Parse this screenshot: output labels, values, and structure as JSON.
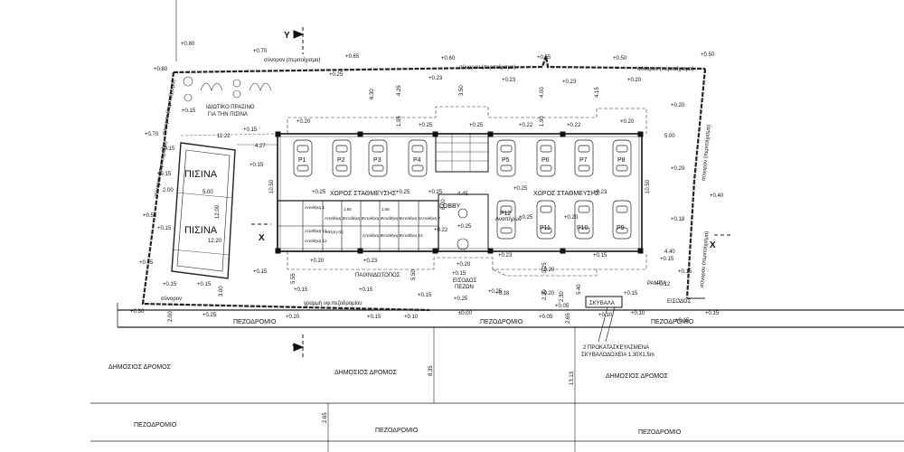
{
  "axes": {
    "y_top": "Y",
    "y_bottom": "Y",
    "x_left": "X",
    "x_right": "X"
  },
  "levels": [
    {
      "id": "l01",
      "text": "+0.80"
    },
    {
      "id": "l02",
      "text": "+0.70"
    },
    {
      "id": "l03",
      "text": "+0.65"
    },
    {
      "id": "l04",
      "text": "+0.60"
    },
    {
      "id": "l05",
      "text": "+0.55"
    },
    {
      "id": "l06",
      "text": "+0.50"
    },
    {
      "id": "l07",
      "text": "+0.50"
    },
    {
      "id": "l08",
      "text": "+0.80"
    },
    {
      "id": "l09",
      "text": "+0.25"
    },
    {
      "id": "l10",
      "text": "+0.23"
    },
    {
      "id": "l11",
      "text": "+0.23"
    },
    {
      "id": "l12",
      "text": "+0.23"
    },
    {
      "id": "l13",
      "text": "+0.20"
    },
    {
      "id": "l14",
      "text": "+0.20"
    },
    {
      "id": "l15",
      "text": "+0.20"
    },
    {
      "id": "l16",
      "text": "+0.25"
    },
    {
      "id": "l17",
      "text": "+0.25"
    },
    {
      "id": "l18",
      "text": "+0.22"
    },
    {
      "id": "l19",
      "text": "+0.22"
    },
    {
      "id": "l20",
      "text": "+0.20"
    },
    {
      "id": "l21",
      "text": "+0.15"
    },
    {
      "id": "l22",
      "text": "+0.15"
    },
    {
      "id": "l23",
      "text": "+0.15"
    },
    {
      "id": "l24",
      "text": "+0.70"
    },
    {
      "id": "l25",
      "text": "+0.15"
    },
    {
      "id": "l26",
      "text": "+0.15"
    },
    {
      "id": "l27",
      "text": "+0.25"
    },
    {
      "id": "l28",
      "text": "+0.25"
    },
    {
      "id": "l29",
      "text": "+0.25"
    },
    {
      "id": "l30",
      "text": "+0.23"
    },
    {
      "id": "l31",
      "text": "+0.20"
    },
    {
      "id": "l32",
      "text": "+0.25"
    },
    {
      "id": "l33",
      "text": "+0.20"
    },
    {
      "id": "l34",
      "text": "+0.18"
    },
    {
      "id": "l35",
      "text": "+0.40"
    },
    {
      "id": "l36",
      "text": "+0.55"
    },
    {
      "id": "l37",
      "text": "+0.15"
    },
    {
      "id": "l38",
      "text": "+0.45"
    },
    {
      "id": "l39",
      "text": "+0.15"
    },
    {
      "id": "l40",
      "text": "+0.20"
    },
    {
      "id": "l41",
      "text": "+0.23"
    },
    {
      "id": "l42",
      "text": "+0.20"
    },
    {
      "id": "l43",
      "text": "+0.20"
    },
    {
      "id": "l44",
      "text": "+0.23"
    },
    {
      "id": "l45",
      "text": "+0.15"
    },
    {
      "id": "l46",
      "text": "+0.15"
    },
    {
      "id": "l47",
      "text": "+0.15"
    },
    {
      "id": "l48",
      "text": "+0.15"
    },
    {
      "id": "l49",
      "text": "+0.15"
    },
    {
      "id": "l50",
      "text": "+0.15"
    },
    {
      "id": "l51",
      "text": "+0.15"
    },
    {
      "id": "l52",
      "text": "+0.15"
    },
    {
      "id": "l53",
      "text": "+0.25"
    },
    {
      "id": "l54",
      "text": "+0.18"
    },
    {
      "id": "l55",
      "text": "+0.20"
    },
    {
      "id": "l56",
      "text": "+0.15"
    },
    {
      "id": "l57",
      "text": "+0.12"
    },
    {
      "id": "l58",
      "text": "+0.05"
    },
    {
      "id": "l59",
      "text": "+0.30"
    },
    {
      "id": "l60",
      "text": "+0.25"
    },
    {
      "id": "l61",
      "text": "+0.20"
    },
    {
      "id": "l62",
      "text": "+0.15"
    },
    {
      "id": "l63",
      "text": "+0.10"
    },
    {
      "id": "l64",
      "text": "±0.00"
    },
    {
      "id": "l65",
      "text": "+0.05"
    },
    {
      "id": "l66",
      "text": "+0.10"
    },
    {
      "id": "l67",
      "text": "+0.15"
    },
    {
      "id": "l68",
      "text": "+0.10"
    },
    {
      "id": "l69",
      "text": "+0.15"
    },
    {
      "id": "l70",
      "text": "+0.25"
    },
    {
      "id": "l71",
      "text": "+0.22"
    },
    {
      "id": "l72",
      "text": "+0.25"
    },
    {
      "id": "l73",
      "text": "+0.15"
    },
    {
      "id": "l74",
      "text": "+0.25"
    }
  ],
  "dimensions": [
    {
      "id": "d01",
      "text": "6.30"
    },
    {
      "id": "d02",
      "text": "4.25"
    },
    {
      "id": "d03",
      "text": "1.95"
    },
    {
      "id": "d04",
      "text": "3.50"
    },
    {
      "id": "d05",
      "text": "4.00"
    },
    {
      "id": "d06",
      "text": "4.15"
    },
    {
      "id": "d07",
      "text": "1.90"
    },
    {
      "id": "d08",
      "text": "11.22"
    },
    {
      "id": "d09",
      "text": "4.27"
    },
    {
      "id": "d10",
      "text": "5.00"
    },
    {
      "id": "d11",
      "text": "10.50"
    },
    {
      "id": "d12",
      "text": "10.50"
    },
    {
      "id": "d13",
      "text": "4.45"
    },
    {
      "id": "d14",
      "text": "8.00"
    },
    {
      "id": "d15",
      "text": "2.00"
    },
    {
      "id": "d16",
      "text": "5.00"
    },
    {
      "id": "d17",
      "text": "12.00"
    },
    {
      "id": "d18",
      "text": "12.20"
    },
    {
      "id": "d19",
      "text": "4.40"
    },
    {
      "id": "d20",
      "text": "5.55"
    },
    {
      "id": "d21",
      "text": "5.50"
    },
    {
      "id": "d22",
      "text": "3.25"
    },
    {
      "id": "d23",
      "text": "2.30"
    },
    {
      "id": "d24",
      "text": "5.40"
    },
    {
      "id": "d25",
      "text": "2.30"
    },
    {
      "id": "d26",
      "text": "3.00"
    },
    {
      "id": "d27",
      "text": "2.00"
    },
    {
      "id": "d28",
      "text": "2.65"
    },
    {
      "id": "d29",
      "text": "8.35"
    },
    {
      "id": "d30",
      "text": "13.13"
    },
    {
      "id": "d31",
      "text": "2.65"
    }
  ],
  "labels": {
    "boundary_top_1": "σύνορον (περιτοίχισμα)",
    "boundary_top_2": "σύνορον (περιτοίχισμα)",
    "boundary_top_3": "σύνορον (περιτοίχισμα)",
    "boundary_left_1": "σύνορον (περιτοίχισμα)",
    "boundary_left_2": "σύνορον (περιτοίχισμα)",
    "boundary_right_1": "σύνορον (περιτοίχισμα)",
    "boundary_right_2": "σύνορον (περιτοίχισμα)",
    "boundary_bottom": "σύνορον",
    "garden_1": "ΙΔΙΩΤΙΚΟ ΠΡΑΣΙΝΟ",
    "garden_2": "ΓΙΑ ΤΗΝ ΠΙΣΙΝΑ",
    "pool_1": "ΠΙΣΙΝΑ",
    "pool_2": "ΠΙΣΙΝΑ",
    "parking_1": "ΧΩΡΟΣ ΣΤΑΘΜΕΥΣΗΣ",
    "parking_2": "ΧΩΡΟΣ ΣΤΑΘΜΕΥΣΗΣ",
    "lobby": "LOBBY",
    "playground": "ΠΑΙΧΝΙΔΟΤΟΠΟΣ",
    "entrance_1": "ΕΙΣΟΔΟΣ",
    "entrance_2": "ΠΕΖΩΝ",
    "ramp": "ΡΑΜΠΑ",
    "entry_right": "ΕΙΣΟΔΟΣ",
    "skyvala": "ΣΚΥΒΑΛΑ",
    "bins_1": "2 ΠΡΟΚΑΤΑΣΚΕΥΑΣΜΕΝΑ",
    "bins_2": "ΣΚΥΒΑΛΟΔΟΧΕΙΑ 1.30Χ1.5m",
    "fence_note": "γραμμή υφ.πεζοδρομίου",
    "disabled": "Αναπήρων"
  },
  "roads": [
    {
      "id": "r1",
      "text": "ΠΕΖΟΔΡΟΜΙΟ"
    },
    {
      "id": "r2",
      "text": "ΠΕΖΟΔΡΟΜΙΟ"
    },
    {
      "id": "r3",
      "text": "ΠΕΖΟΔΡΟΜΙΟ"
    },
    {
      "id": "r4",
      "text": "ΔΗΜΟΣΙΟΣ ΔΡΟΜΟΣ"
    },
    {
      "id": "r5",
      "text": "ΔΗΜΟΣΙΟΣ ΔΡΟΜΟΣ"
    },
    {
      "id": "r6",
      "text": "ΔΗΜΟΣΙΟΣ ΔΡΟΜΟΣ"
    },
    {
      "id": "r7",
      "text": "ΠΕΖΟΔΡΟΜΙΟ"
    },
    {
      "id": "r8",
      "text": "ΠΕΖΟΔΡΟΜΙΟ"
    },
    {
      "id": "r9",
      "text": "ΠΕΖΟΔΡΟΜΙΟ"
    }
  ],
  "parking_spaces": [
    "P1",
    "P2",
    "P3",
    "P4",
    "P5",
    "P6",
    "P7",
    "P8",
    "P9",
    "P10",
    "P11",
    "P12"
  ],
  "storage_rooms": [
    "Αποθήκη 1",
    "Αποθήκη 2",
    "Αποθήκη 3",
    "Αποθήκη 4",
    "Αποθήκη 5",
    "Αποθήκη 6",
    "Αποθήκη 7",
    "Αποθήκη 8",
    "Αποθήκη 9",
    "Αποθήκη 10",
    "Αποθήκη 11",
    "Αποθήκη 12"
  ],
  "storage_small": {
    "meter_room": "Μετρη-τές",
    "note_1": "1.55",
    "note_2": "1.55"
  }
}
